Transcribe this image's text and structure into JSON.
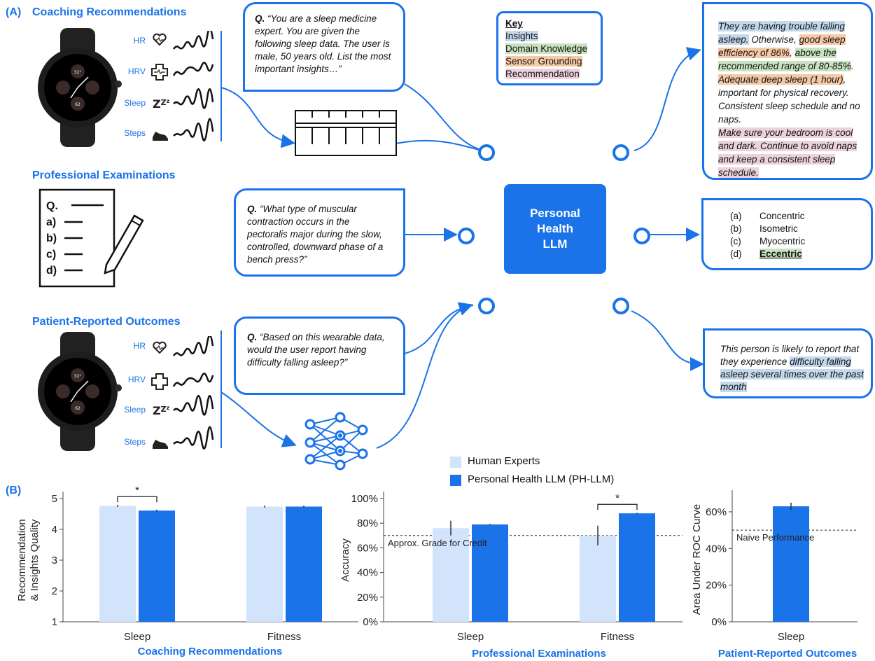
{
  "panel_a": {
    "label": "(A)",
    "coaching": {
      "title": "Coaching Recommendations",
      "signals": [
        "HR",
        "HRV",
        "Sleep",
        "Steps"
      ],
      "question_prefix": "Q.",
      "question": "“You are a sleep medicine expert. You are given the following sleep data. The user is male, 50 years old.  List the most important insights…”",
      "answer_parts": [
        {
          "text": "They are having trouble falling asleep.",
          "kind": "ins"
        },
        {
          "text": " Otherwise, ",
          "kind": ""
        },
        {
          "text": "good sleep efficiency of 86%",
          "kind": "sen"
        },
        {
          "text": ", ",
          "kind": ""
        },
        {
          "text": "above the recommended range of 80-85%",
          "kind": "dom"
        },
        {
          "text": ". ",
          "kind": ""
        },
        {
          "text": "Adequate deep sleep (1 hour)",
          "kind": "sen"
        },
        {
          "text": ", important for physical recovery. Consistent sleep schedule and no naps.",
          "kind": ""
        },
        {
          "text": "Make sure your bedroom is cool and dark. Continue to avoid naps and keep a consistent sleep schedule.",
          "kind": "rec"
        }
      ]
    },
    "key": {
      "title": "Key",
      "items": [
        {
          "label": "Insights",
          "kind": "ins"
        },
        {
          "label": "Domain Knowledge",
          "kind": "dom"
        },
        {
          "label": "Sensor Grounding",
          "kind": "sen"
        },
        {
          "label": "Recommendation",
          "kind": "rec"
        }
      ]
    },
    "exams": {
      "title": "Professional Examinations",
      "sheet_lines": [
        "Q.",
        "a)",
        "b)",
        "c)",
        "d)"
      ],
      "question_prefix": "Q.",
      "question": "“What type of muscular contraction occurs in the pectoralis major during the slow, controlled, downward phase of a bench press?”",
      "options": [
        {
          "letter": "(a)",
          "text": "Concentric"
        },
        {
          "letter": "(b)",
          "text": "Isometric"
        },
        {
          "letter": "(c)",
          "text": "Myocentric"
        },
        {
          "letter": "(d)",
          "text": "Eccentric"
        }
      ]
    },
    "pro": {
      "title": "Patient-Reported Outcomes",
      "signals": [
        "HR",
        "HRV",
        "Sleep",
        "Steps"
      ],
      "question_prefix": "Q.",
      "question": "“Based on this wearable data, would the user report having difficulty falling asleep?”",
      "answer_plain": "This person is likely to report that they experience ",
      "answer_hl": "difficulty falling asleep several times over the past month"
    },
    "llm": {
      "line1": "Personal",
      "line2": "Health",
      "line3": "LLM"
    }
  },
  "panel_b": {
    "label": "(B)"
  },
  "legend": [
    "Human Experts",
    "Personal Health LLM (PH-LLM)"
  ],
  "colors": {
    "human": "#d2e3fc",
    "llm": "#1a73e8",
    "accent": "#1a73e8"
  },
  "chart_data": [
    {
      "type": "bar",
      "categories": [
        "Sleep",
        "Fitness"
      ],
      "series": [
        {
          "name": "Human Experts",
          "values": [
            4.76,
            4.74
          ],
          "err": [
            0.03,
            0.03
          ]
        },
        {
          "name": "Personal Health LLM (PH-LLM)",
          "values": [
            4.61,
            4.74
          ],
          "err": [
            0.03,
            0.03
          ]
        }
      ],
      "ylabel": "Recommendation & Insights Quality",
      "ylim": [
        1,
        5
      ],
      "yticks": [
        "1",
        "2",
        "3",
        "4",
        "5"
      ],
      "xlabel": "Coaching Recommendations",
      "significance": [
        {
          "category": "Sleep",
          "label": "*"
        }
      ]
    },
    {
      "type": "bar",
      "categories": [
        "Sleep",
        "Fitness"
      ],
      "series": [
        {
          "name": "Human Experts",
          "values": [
            76,
            70
          ],
          "err": [
            6,
            8
          ]
        },
        {
          "name": "Personal Health LLM (PH-LLM)",
          "values": [
            79,
            88
          ],
          "err": [
            0.5,
            0.5
          ]
        }
      ],
      "ylabel": "Accuracy",
      "ylim": [
        0,
        100
      ],
      "yticks": [
        "0%",
        "20%",
        "40%",
        "60%",
        "80%",
        "100%"
      ],
      "xlabel": "Professional Examinations",
      "reference_line": {
        "value": 70,
        "label": "Approx. Grade for Credit"
      },
      "significance": [
        {
          "category": "Fitness",
          "label": "*"
        }
      ]
    },
    {
      "type": "bar",
      "categories": [
        "Sleep"
      ],
      "series": [
        {
          "name": "Personal Health LLM (PH-LLM)",
          "values": [
            63
          ],
          "err": [
            2
          ]
        }
      ],
      "ylabel": "Area Under ROC Curve",
      "ylim": [
        0,
        68
      ],
      "yticks": [
        "0%",
        "20%",
        "40%",
        "60%"
      ],
      "xlabel": "Patient-Reported Outcomes",
      "reference_line": {
        "value": 50,
        "label": "Naive Performance"
      }
    }
  ]
}
